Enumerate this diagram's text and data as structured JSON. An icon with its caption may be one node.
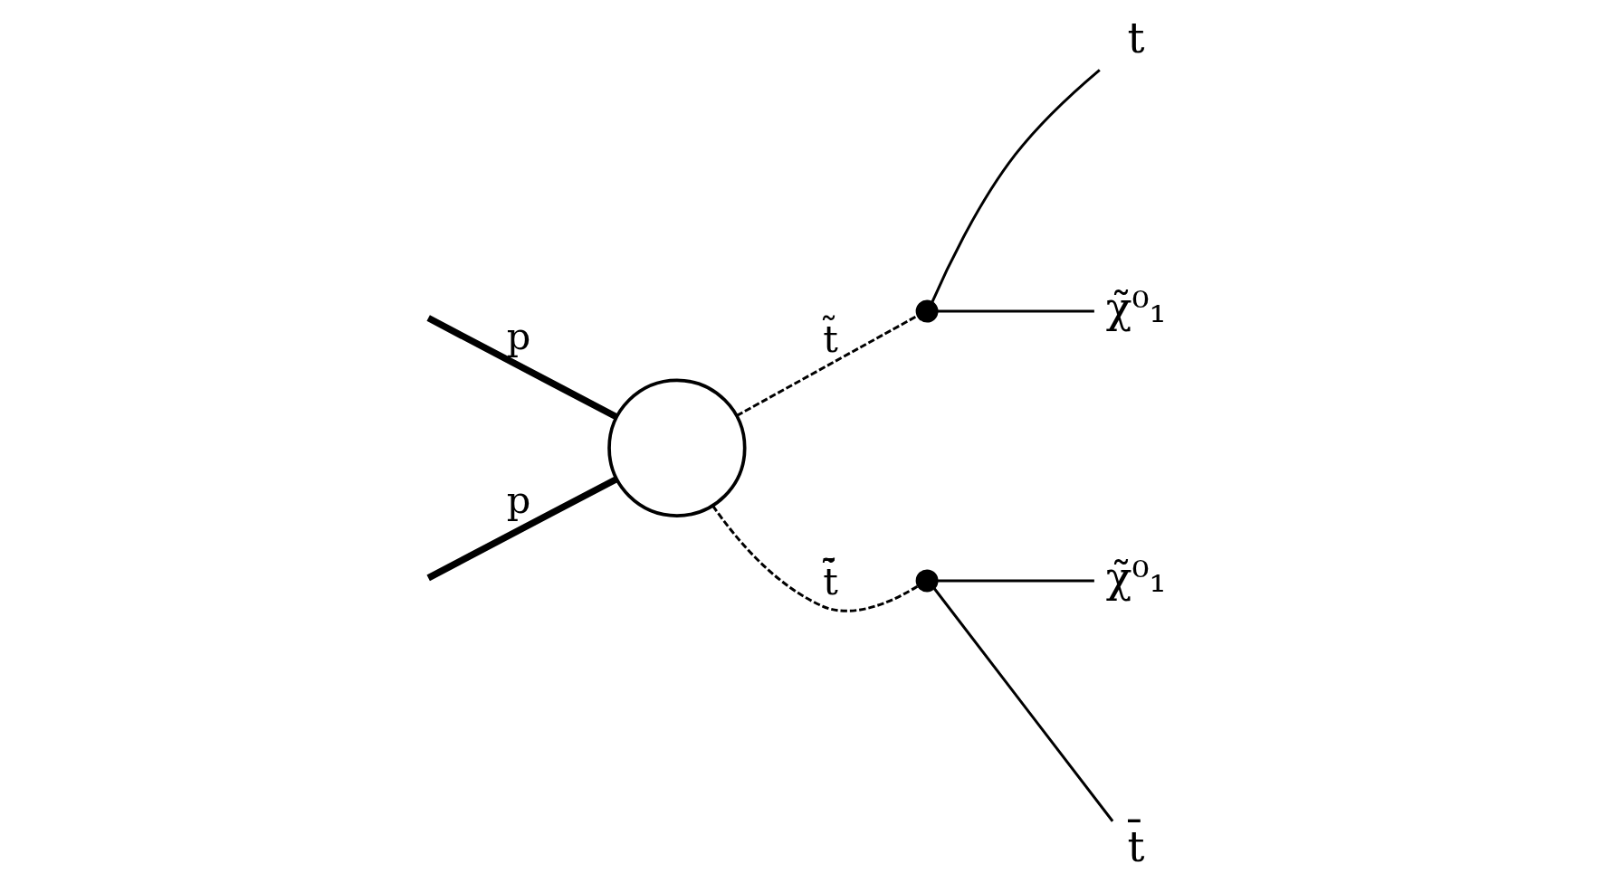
{
  "diagram": {
    "nodes": [
      {
        "text": [],
        "shape": "circle"
      },
      {
        "text": [],
        "shape": "dot"
      },
      {
        "text": [],
        "shape": "dot"
      },
      {
        "text": [
          "t"
        ]
      },
      {
        "text": [
          "χ̃⁰₁"
        ]
      },
      {
        "text": [
          "χ̃⁰₁"
        ]
      },
      {
        "text": [
          "t̄"
        ]
      }
    ],
    "edges": [
      {
        "from": null,
        "to": 0,
        "arrow": "none",
        "label": "p",
        "style": "thick"
      },
      {
        "from": null,
        "to": 0,
        "arrow": "none",
        "label": "p",
        "style": "thick"
      },
      {
        "from": 0,
        "to": 1,
        "arrow": "none",
        "label": "t̃",
        "style": "dashed"
      },
      {
        "from": 0,
        "to": 2,
        "arrow": "none",
        "label": "t̃̄",
        "style": "dashed"
      },
      {
        "from": 1,
        "to": 3,
        "arrow": "none"
      },
      {
        "from": 1,
        "to": 4,
        "arrow": "none"
      },
      {
        "from": 2,
        "to": 5,
        "arrow": "none"
      },
      {
        "from": 2,
        "to": 6,
        "arrow": "none"
      }
    ]
  }
}
